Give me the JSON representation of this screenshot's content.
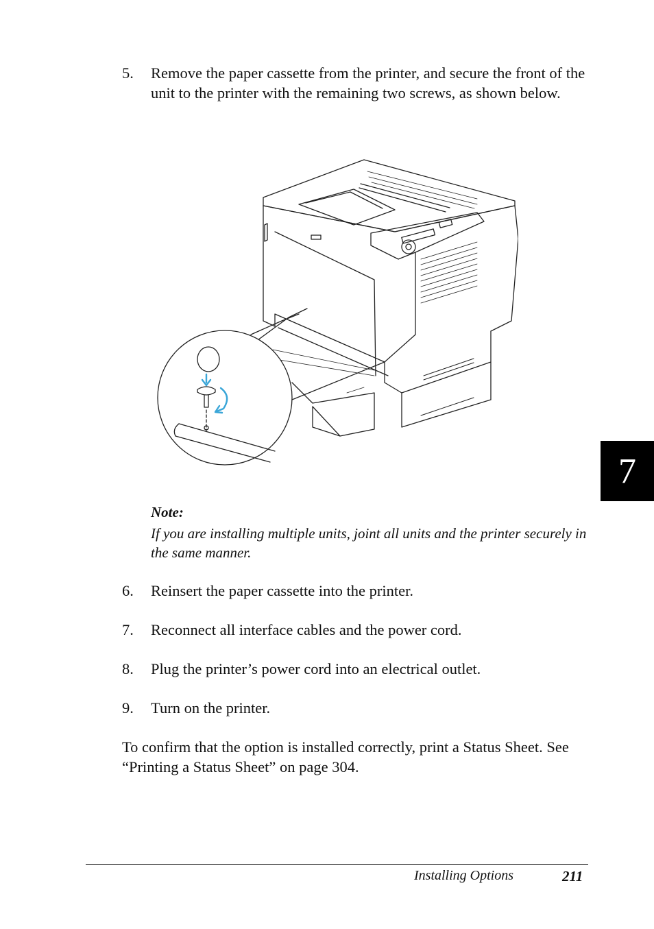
{
  "steps": [
    {
      "num": "5.",
      "text": "Remove the paper cassette from the printer, and secure the front of the unit to the printer with the remaining two screws, as shown below."
    },
    {
      "num": "6.",
      "text": "Reinsert the paper cassette into the printer."
    },
    {
      "num": "7.",
      "text": "Reconnect all interface cables and the power cord."
    },
    {
      "num": "8.",
      "text": "Plug the printer’s power cord into an electrical outlet."
    },
    {
      "num": "9.",
      "text": "Turn on the printer."
    }
  ],
  "note": {
    "heading": "Note:",
    "body": "If you are installing multiple units, joint all units and the printer securely in the same manner."
  },
  "closing": "To confirm that the option is installed correctly, print a Status Sheet. See “Printing a Status Sheet” on page 304.",
  "chapter_tab": "7",
  "footer": {
    "section": "Installing Options",
    "page": "211"
  },
  "colors": {
    "accent_arrow": "#3aa6d8",
    "text": "#111111",
    "tab": "#000000"
  }
}
